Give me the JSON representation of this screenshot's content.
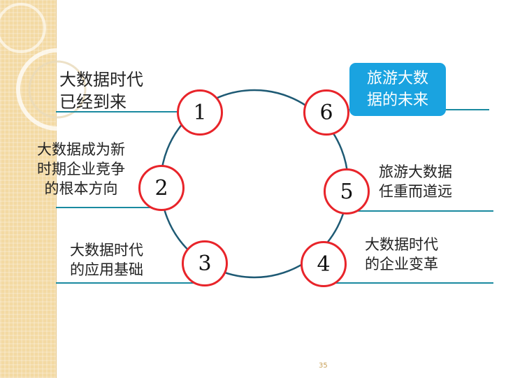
{
  "nodes": [
    {
      "number": "1",
      "label": "大数据时代\n已经到来"
    },
    {
      "number": "2",
      "label": "大数据成为新\n时期企业竞争\n的根本方向"
    },
    {
      "number": "3",
      "label": "大数据时代\n的应用基础"
    },
    {
      "number": "4",
      "label": "大数据时代\n的企业变革"
    },
    {
      "number": "5",
      "label": "旅游大数据\n任重而道远"
    },
    {
      "number": "6",
      "label": "旅游大数\n据的未来"
    }
  ],
  "page_number": "35",
  "colors": {
    "ring": "#1e5a74",
    "node_border": "#e8242a",
    "callout_fill": "#1aa3e0",
    "band": "#f3d9a3"
  }
}
